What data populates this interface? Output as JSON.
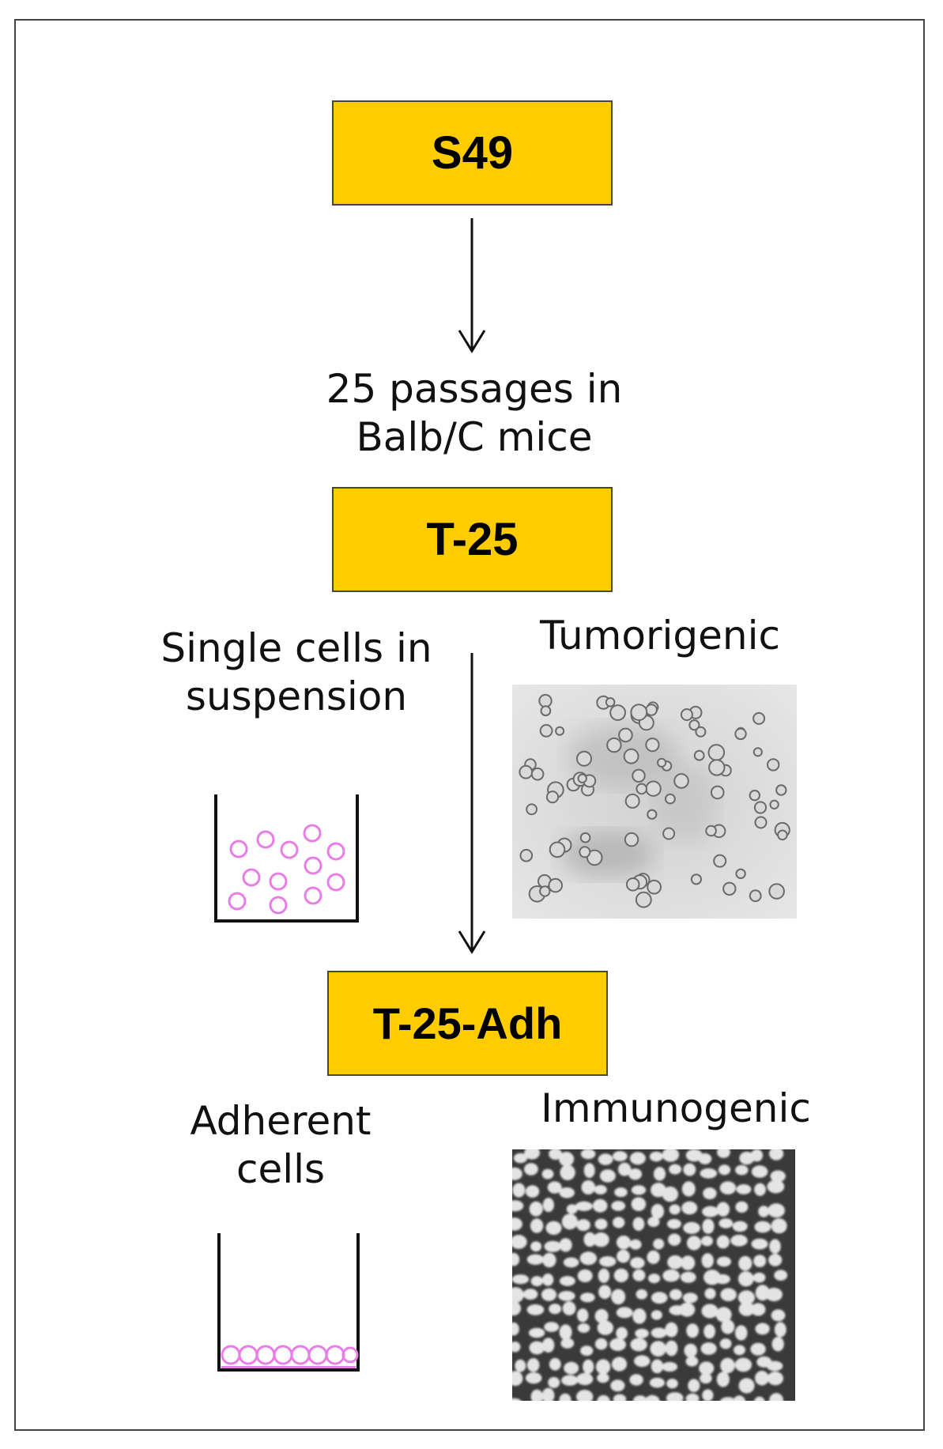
{
  "boxes": {
    "s49": "S49",
    "t25": "T-25",
    "t25adh": "T-25-Adh"
  },
  "labels": {
    "passages": "25 passages in\nBalb/C mice",
    "single_cells": "Single cells in\nsuspension",
    "tumorigenic": "Tumorigenic",
    "adherent": "Adherent\ncells",
    "immunogenic": "Immunogenic"
  },
  "colors": {
    "box_fill": "#ffcc00",
    "cell_outline": "#e87de8",
    "border": "#444444"
  }
}
